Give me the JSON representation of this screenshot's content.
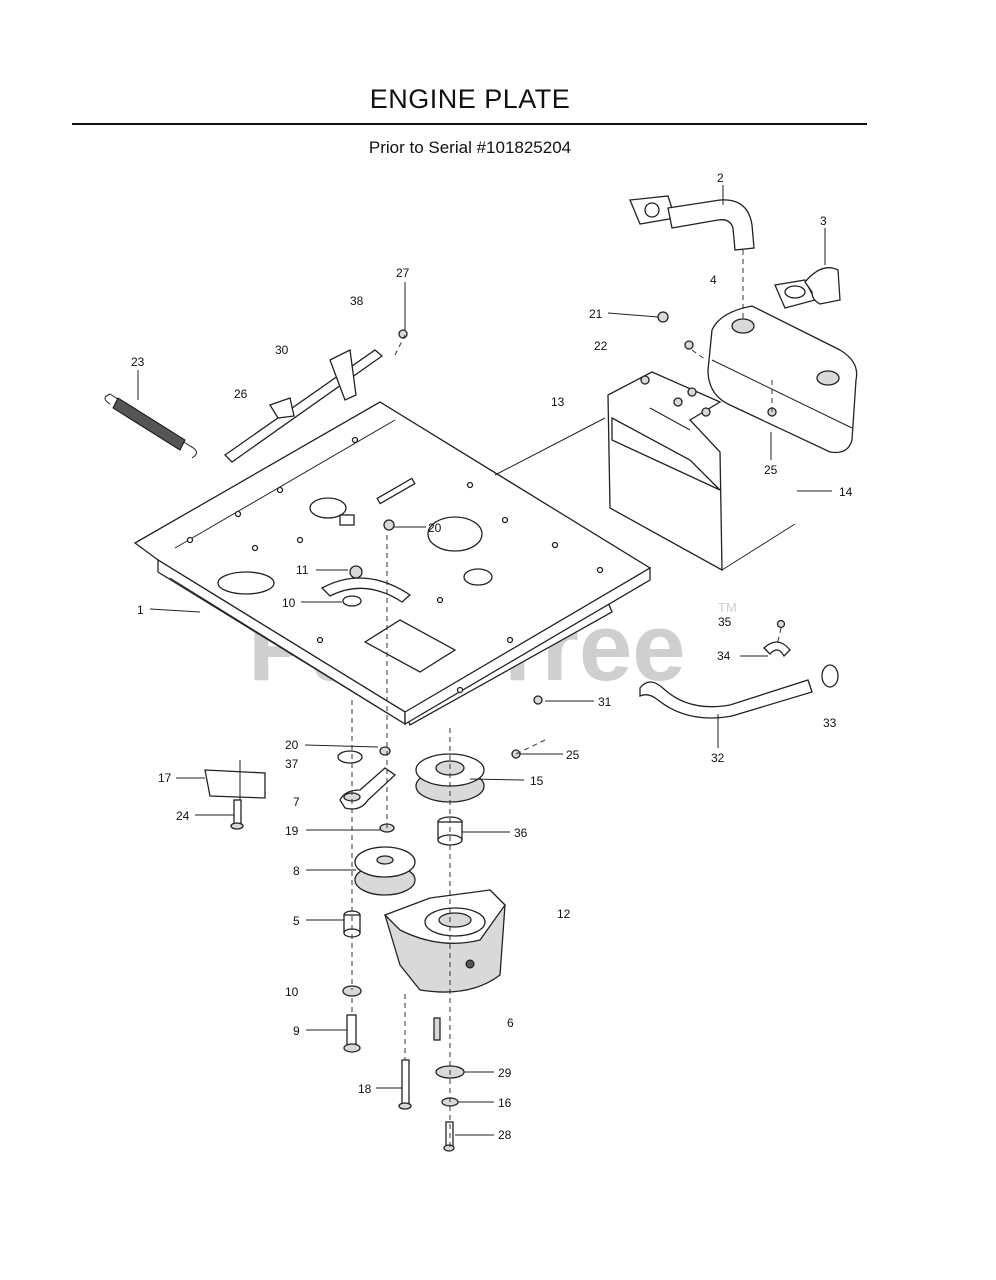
{
  "title": "ENGINE PLATE",
  "subtitle": "Prior to Serial #101825204",
  "watermark": "PartsTree",
  "watermark_mark": "TM",
  "callouts": {
    "c1": "1",
    "c2": "2",
    "c3": "3",
    "c4": "4",
    "c5": "5",
    "c6": "6",
    "c7": "7",
    "c8": "8",
    "c9": "9",
    "c10a": "10",
    "c10b": "10",
    "c11": "11",
    "c12": "12",
    "c13": "13",
    "c14": "14",
    "c15": "15",
    "c16": "16",
    "c17": "17",
    "c18": "18",
    "c19": "19",
    "c20a": "20",
    "c20b": "20",
    "c21": "21",
    "c22": "22",
    "c23": "23",
    "c24": "24",
    "c25a": "25",
    "c25b": "25",
    "c26": "26",
    "c27": "27",
    "c28": "28",
    "c29": "29",
    "c30": "30",
    "c31": "31",
    "c32": "32",
    "c33": "33",
    "c34": "34",
    "c35": "35",
    "c36": "36",
    "c37": "37",
    "c38": "38"
  }
}
